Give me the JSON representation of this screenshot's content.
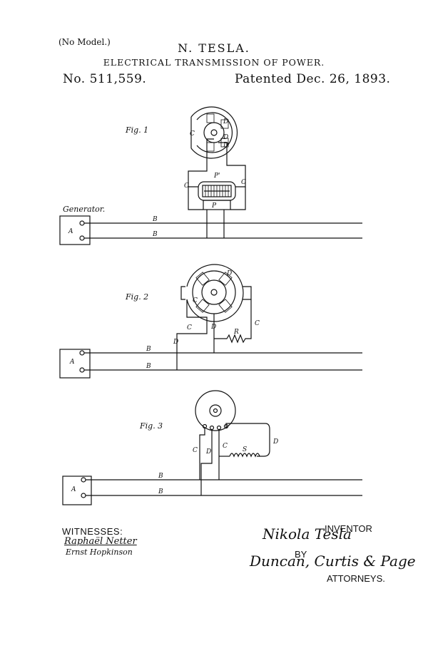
{
  "header": {
    "no_model": "(No Model.)",
    "inventor": "N. TESLA.",
    "title": "ELECTRICAL TRANSMISSION OF POWER.",
    "patent_number": "No. 511,559.",
    "patent_date": "Patented Dec. 26, 1893."
  },
  "figures": {
    "fig1": {
      "label": "Fig. 1",
      "generator_label": "Generator.",
      "generator_letter": "A",
      "line_label_top": "B",
      "line_label_bottom": "B",
      "coil_letters": [
        "D",
        "D",
        "D"
      ],
      "circuit_letters": [
        "C",
        "C",
        "C"
      ],
      "primary_label": "P",
      "secondary_label": "P'"
    },
    "fig2": {
      "label": "Fig. 2",
      "generator_letter": "A",
      "line_label_top": "B",
      "line_label_bottom": "B",
      "coil_letters": [
        "D",
        "D",
        "D"
      ],
      "circuit_letters": [
        "C",
        "C",
        "C"
      ],
      "resistance_label": "R"
    },
    "fig3": {
      "label": "Fig. 3",
      "generator_letter": "A",
      "line_label_top": "B",
      "line_label_bottom": "B",
      "circuit_letters": [
        "C",
        "D",
        "C",
        "D"
      ],
      "coil_label": "S"
    }
  },
  "footer": {
    "witnesses_label": "WITNESSES:",
    "witness_1": "Raphaël Netter",
    "witness_2": "Ernst Hopkinson",
    "inventor_label": "INVENTOR",
    "inventor_signature": "Nikola Tesla",
    "by_label": "BY",
    "attorneys_signature": "Duncan, Curtis & Page",
    "attorneys_label": "ATTORNEYS."
  }
}
